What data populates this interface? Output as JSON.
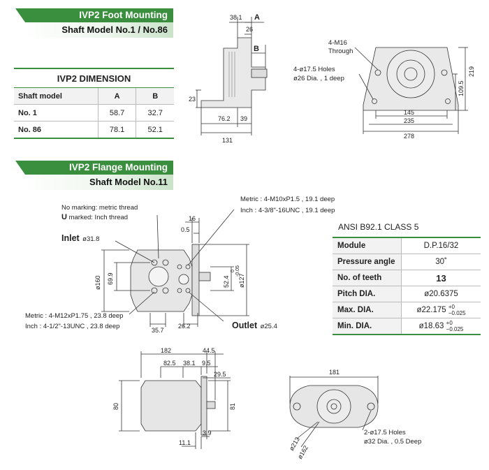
{
  "foot": {
    "title": "IVP2 Foot Mounting",
    "subtitle": "Shaft Model No.1 / No.86",
    "table_title": "IVP2 DIMENSION",
    "table_header": [
      "Shaft model",
      "A",
      "B"
    ],
    "table_rows": [
      {
        "model": "No. 1",
        "a": "58.7",
        "b": "32.7"
      },
      {
        "model": "No. 86",
        "a": "78.1",
        "b": "52.1"
      }
    ],
    "side_dims": {
      "d38_1": "38.1",
      "a": "A",
      "d26": "26",
      "b": "B",
      "d23": "23",
      "d76_2": "76.2",
      "d39": "39",
      "d131": "131"
    },
    "front_dims": {
      "tap": "4-M16",
      "tap2": "Through",
      "holes": "4-ø17.5 Holes",
      "holes2": "ø26 Dia. , 1 deep",
      "d145": "145",
      "d235": "235",
      "d278": "278",
      "d219": "219",
      "d109_5": "109.5"
    }
  },
  "flange": {
    "title": "IVP2 Flange Mounting",
    "subtitle": "Shaft Model No.11",
    "no_marking": "No marking: metric thread",
    "u_mark": "U",
    "u_marked": "marked: Inch thread",
    "metric_top": "Metric : 4-M10xP1.5 , 19.1 deep",
    "inch_top": "Inch : 4-3/8\"-16UNC , 19.1 deep",
    "inlet": "Inlet",
    "inlet_dia": "ø31.8",
    "outlet": "Outlet",
    "outlet_dia": "ø25.4",
    "metric_bottom": "Metric : 4-M12xP1.75 , 23.8 deep",
    "inch_bottom": "Inch : 4-1/2\"-13UNC , 23.8 deep",
    "dims_mid": {
      "d16": "16",
      "d0_5": "0.5",
      "d160": "ø160",
      "d69_9": "69.9",
      "d52_4": "52.4",
      "d127": "ø127",
      "tol_up": "0",
      "tol_dn": "-0.05",
      "d35_7": "35.7",
      "d26_2": "26.2"
    },
    "dims_bottom": {
      "d182": "182",
      "d44_5": "44.5",
      "d82_5": "82.5",
      "d38_1": "38.1",
      "d9_5": "9.5",
      "d29_5": "29.5",
      "d80": "80",
      "d81": "81",
      "d3_9": "3.9",
      "d11_1": "11.1"
    },
    "dims_front": {
      "d181": "181",
      "holes": "2-ø17.5 Holes",
      "holes2": "ø32 Dia. , 0.5 Deep",
      "d213": "ø213",
      "d162": "ø162"
    }
  },
  "gear": {
    "ansi": "ANSI B92.1 CLASS 5",
    "rows": [
      {
        "key": "Module",
        "val": "D.P.16/32"
      },
      {
        "key": "Pressure angle",
        "val": "30˚"
      },
      {
        "key": "No. of teeth",
        "val": "13"
      },
      {
        "key": "Pitch DIA.",
        "val": "ø20.6375"
      },
      {
        "key": "Max. DIA.",
        "val": "ø22.175",
        "tol_up": "+0",
        "tol_dn": "−0.025"
      },
      {
        "key": "Min. DIA.",
        "val": "ø18.63",
        "tol_up": "+0",
        "tol_dn": "−0.025"
      }
    ]
  }
}
